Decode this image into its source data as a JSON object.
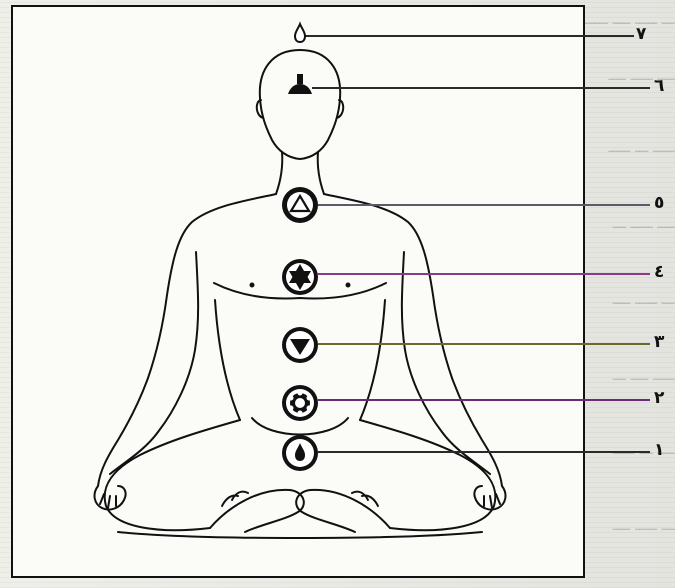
{
  "figure": {
    "kind": "seated meditation figure with seven chakra markers",
    "chakras": [
      {
        "number": "٧",
        "symbol": "drop-outline-icon"
      },
      {
        "number": "٦",
        "symbol": "bell-shape-icon"
      },
      {
        "number": "٥",
        "symbol": "triangle-in-circle-icon"
      },
      {
        "number": "٤",
        "symbol": "six-point-star-icon"
      },
      {
        "number": "٣",
        "symbol": "inverted-triangle-icon"
      },
      {
        "number": "٢",
        "symbol": "lotus-ring-icon"
      },
      {
        "number": "١",
        "symbol": "drop-in-circle-icon"
      }
    ]
  },
  "colors": {
    "line": "#111111",
    "leader_7": "#2a2a2a",
    "leader_6": "#2a2a2a",
    "leader_5": "#5a5a6a",
    "leader_4": "#8a3a8a",
    "leader_3": "#6a6a2a",
    "leader_2": "#6a2a7a",
    "leader_1": "#2a2a2a"
  }
}
